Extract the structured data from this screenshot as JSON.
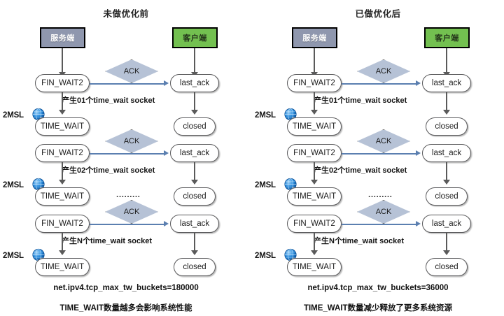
{
  "panels": [
    {
      "title": "未做优化前",
      "server_label": "服务端",
      "client_label": "客户端",
      "rows": [
        {
          "left_state": "FIN_WAIT2",
          "right_state": "last_ack",
          "message": "ACK",
          "annotation": "产生01个time_wait socket",
          "timer_label": "2MSL",
          "left_end_state": "TIME_WAIT",
          "right_end_state": "closed"
        },
        {
          "left_state": "FIN_WAIT2",
          "right_state": "last_ack",
          "message": "ACK",
          "annotation": "产生02个time_wait socket",
          "timer_label": "2MSL",
          "left_end_state": "TIME_WAIT",
          "right_end_state": "closed"
        },
        {
          "left_state": "FIN_WAIT2",
          "right_state": "last_ack",
          "message": "ACK",
          "annotation": "产生N个time_wait socket",
          "timer_label": "2MSL",
          "left_end_state": "TIME_WAIT",
          "right_end_state": "closed"
        }
      ],
      "ellipsis": ".........",
      "sysctl": "net.ipv4.tcp_max_tw_buckets=180000",
      "conclusion": "TIME_WAIT数量越多会影响系统性能"
    },
    {
      "title": "已做优化后",
      "server_label": "服务端",
      "client_label": "客户端",
      "rows": [
        {
          "left_state": "FIN_WAIT2",
          "right_state": "last_ack",
          "message": "ACK",
          "annotation": "产生01个time_wait socket",
          "timer_label": "2MSL",
          "left_end_state": "TIME_WAIT",
          "right_end_state": "closed"
        },
        {
          "left_state": "FIN_WAIT2",
          "right_state": "last_ack",
          "message": "ACK",
          "annotation": "产生02个time_wait socket",
          "timer_label": "2MSL",
          "left_end_state": "TIME_WAIT",
          "right_end_state": "closed"
        },
        {
          "left_state": "FIN_WAIT2",
          "right_state": "last_ack",
          "message": "ACK",
          "annotation": "产生N个time_wait socket",
          "timer_label": "2MSL",
          "left_end_state": "TIME_WAIT",
          "right_end_state": "closed"
        }
      ],
      "ellipsis": ".........",
      "sysctl": "net.ipv4.tcp_max_tw_buckets=36000",
      "conclusion": "TIME_WAIT数量减少释放了更多系统资源"
    }
  ],
  "colors": {
    "server_box": "#8f97ae",
    "client_box": "#73c050",
    "diamond": "#b6c2d6",
    "arrow_gray": "#5a5a5a",
    "arrow_blue": "#5b7fb0",
    "globe": "#1a72c8"
  },
  "icons": {
    "timer": "globe-clock-icon"
  }
}
